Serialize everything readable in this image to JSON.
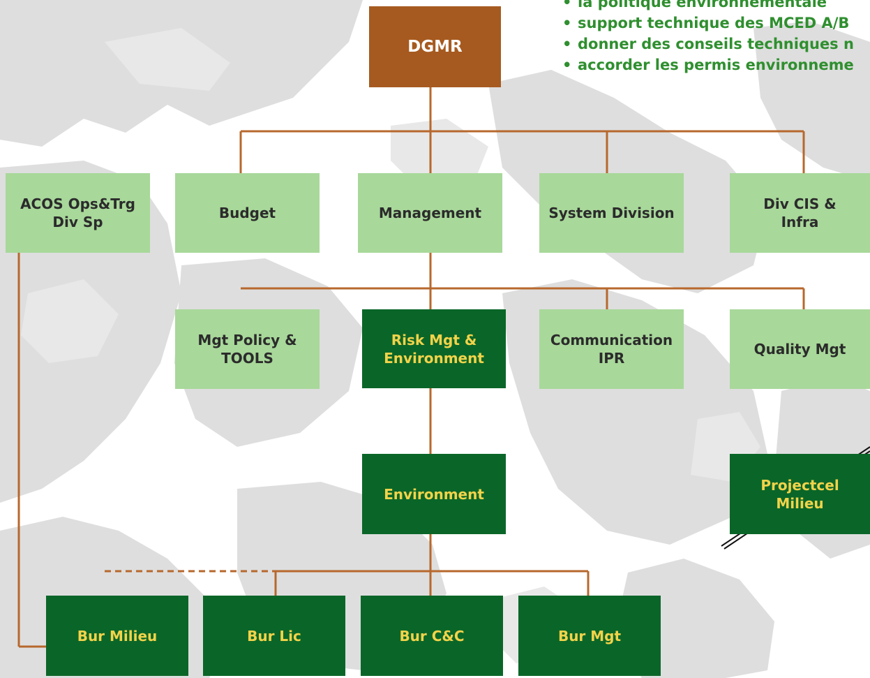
{
  "header_bullets": [
    "la politique environnementale",
    "support technique des MCED A/B",
    "donner des conseils techniques n",
    "accorder les permis environneme"
  ],
  "nodes": {
    "dgmr": "DGMR",
    "acos": "ACOS Ops&Trg\nDiv Sp",
    "budget": "Budget",
    "management": "Management",
    "system_division": "System Division",
    "div_cis": "Div CIS &\nInfra",
    "mgt_policy": "Mgt Policy &\nTOOLS",
    "risk_mgt": "Risk Mgt &\nEnvironment",
    "communication": "Communication\nIPR",
    "quality_mgt": "Quality Mgt",
    "environment": "Environment",
    "projectcel": "Projectcel\nMilieu",
    "bur_milieu": "Bur Milieu",
    "bur_lic": "Bur Lic",
    "bur_cc": "Bur C&C",
    "bur_mgt": "Bur Mgt"
  },
  "colors": {
    "connector": "#b7682d",
    "top_box": "#a65a1f",
    "light_box": "#a8d89a",
    "dark_box": "#0a6628",
    "dark_text": "#f2d34a",
    "bullet_text": "#2f8f2f"
  }
}
